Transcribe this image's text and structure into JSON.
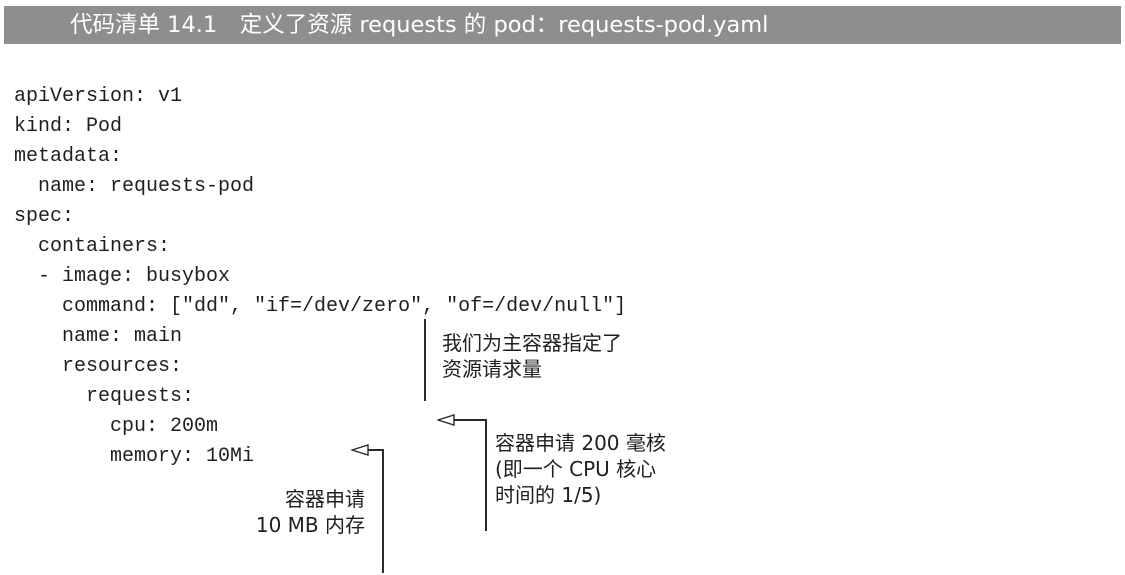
{
  "listing": {
    "title": "代码清单 14.1　定义了资源 requests 的 pod：requests-pod.yaml"
  },
  "code": {
    "lines": [
      "apiVersion: v1",
      "kind: Pod",
      "metadata:",
      "  name: requests-pod",
      "spec:",
      "  containers:",
      "  - image: busybox",
      "    command: [\"dd\", \"if=/dev/zero\", \"of=/dev/null\"]",
      "    name: main",
      "    resources:",
      "      requests:",
      "        cpu: 200m",
      "        memory: 10Mi"
    ]
  },
  "annotations": {
    "resources_note": [
      "我们为主容器指定了",
      "资源请求量"
    ],
    "cpu_note": [
      "容器申请 200 毫核",
      "(即一个 CPU 核心",
      "时间的 1/5)"
    ],
    "memory_note": [
      "容器申请",
      "10 MB 内存"
    ]
  }
}
